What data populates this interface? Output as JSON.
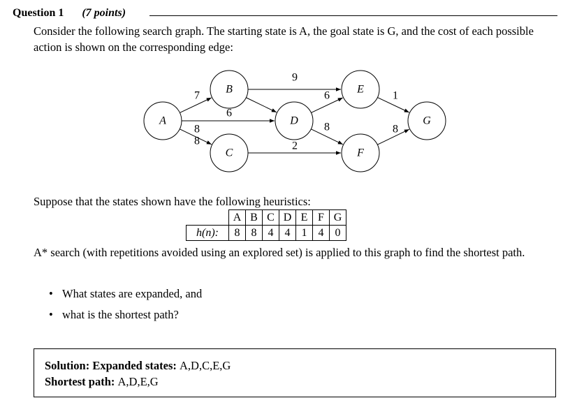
{
  "question": {
    "number_label": "Question 1",
    "points_label": "(7 points)",
    "intro": "Consider the following search graph. The starting state is A, the goal state is G, and the cost of each possible action is shown on the corresponding edge:",
    "heuristics_intro": "Suppose that the states shown have the following heuristics:",
    "astar_text": "A* search (with repetitions avoided using an explored set) is applied to this graph to find the shortest path.",
    "bullets": [
      "What states are expanded, and",
      "what is the shortest path?"
    ]
  },
  "graph": {
    "nodes": [
      {
        "id": "A",
        "label": "A"
      },
      {
        "id": "B",
        "label": "B"
      },
      {
        "id": "C",
        "label": "C"
      },
      {
        "id": "D",
        "label": "D"
      },
      {
        "id": "E",
        "label": "E"
      },
      {
        "id": "F",
        "label": "F"
      },
      {
        "id": "G",
        "label": "G"
      }
    ],
    "edges": [
      {
        "from": "A",
        "to": "B",
        "cost": "7"
      },
      {
        "from": "A",
        "to": "D",
        "cost": "8"
      },
      {
        "from": "A",
        "to": "C",
        "cost": "8"
      },
      {
        "from": "B",
        "to": "E",
        "cost": "9"
      },
      {
        "from": "B",
        "to": "D",
        "cost": "6"
      },
      {
        "from": "C",
        "to": "F",
        "cost": "2"
      },
      {
        "from": "D",
        "to": "E",
        "cost": "6"
      },
      {
        "from": "D",
        "to": "F",
        "cost": "8"
      },
      {
        "from": "E",
        "to": "G",
        "cost": "1"
      },
      {
        "from": "F",
        "to": "G",
        "cost": "8"
      }
    ]
  },
  "heuristics": {
    "row_label": "h(n):",
    "states": [
      "A",
      "B",
      "C",
      "D",
      "E",
      "F",
      "G"
    ],
    "values": [
      "8",
      "8",
      "4",
      "4",
      "1",
      "4",
      "0"
    ]
  },
  "solution": {
    "label": "Solution:",
    "expanded_label": "Expanded states:",
    "expanded_value": "A,D,C,E,G",
    "path_label": "Shortest path:",
    "path_value": "A,D,E,G"
  }
}
